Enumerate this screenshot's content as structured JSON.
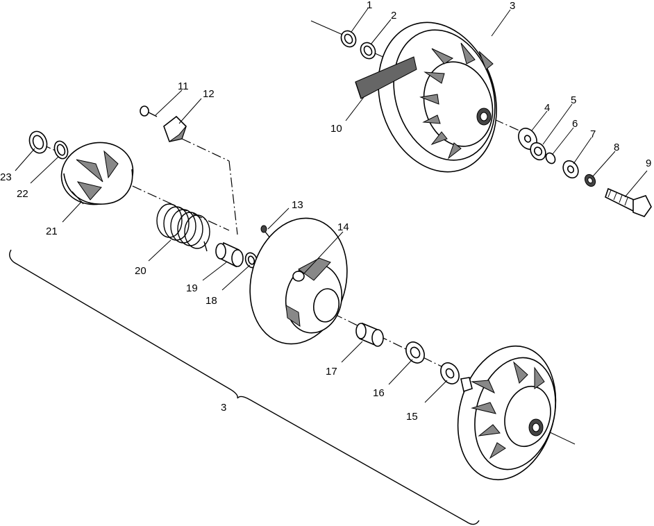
{
  "callouts": [
    {
      "id": "1",
      "text": "1"
    },
    {
      "id": "2",
      "text": "2"
    },
    {
      "id": "3a",
      "text": "3"
    },
    {
      "id": "4",
      "text": "4"
    },
    {
      "id": "5",
      "text": "5"
    },
    {
      "id": "6",
      "text": "6"
    },
    {
      "id": "7",
      "text": "7"
    },
    {
      "id": "8",
      "text": "8"
    },
    {
      "id": "9",
      "text": "9"
    },
    {
      "id": "10",
      "text": "10"
    },
    {
      "id": "11",
      "text": "11"
    },
    {
      "id": "12",
      "text": "12"
    },
    {
      "id": "13",
      "text": "13"
    },
    {
      "id": "14",
      "text": "14"
    },
    {
      "id": "15",
      "text": "15"
    },
    {
      "id": "16",
      "text": "16"
    },
    {
      "id": "17",
      "text": "17"
    },
    {
      "id": "18",
      "text": "18"
    },
    {
      "id": "19",
      "text": "19"
    },
    {
      "id": "20",
      "text": "20"
    },
    {
      "id": "21",
      "text": "21"
    },
    {
      "id": "22",
      "text": "22"
    },
    {
      "id": "23",
      "text": "23"
    },
    {
      "id": "3b",
      "text": "3"
    }
  ]
}
